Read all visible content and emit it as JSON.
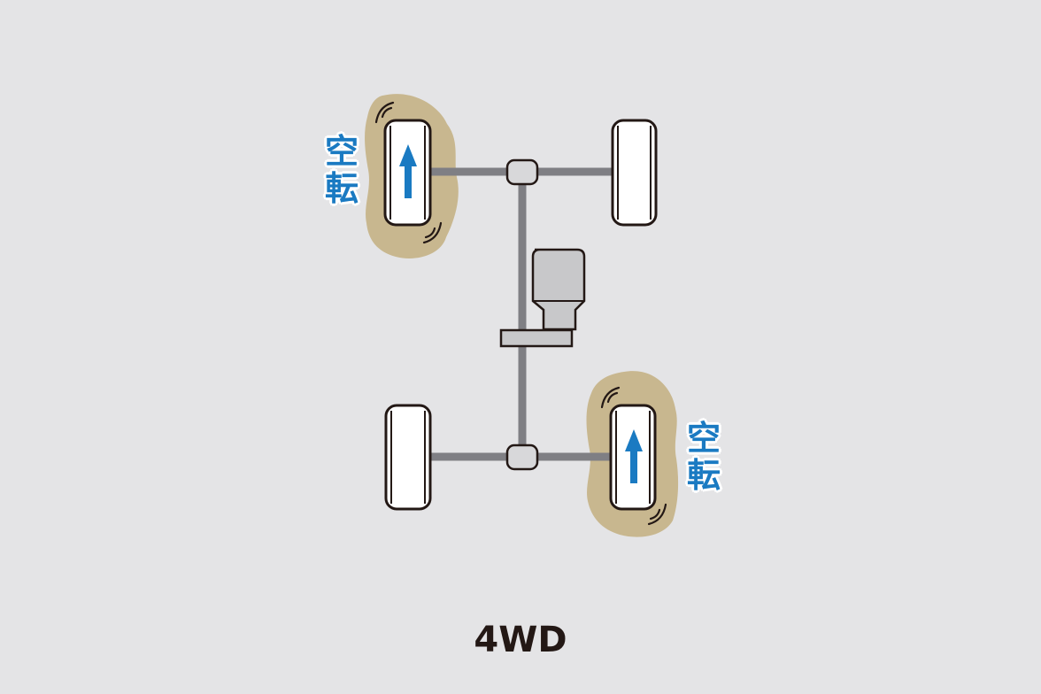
{
  "title": "4WD",
  "spin_label": {
    "char1": "空",
    "char2": "転"
  },
  "colors": {
    "background": "#e4e4e6",
    "axle": "#7f7f84",
    "tire_outline": "#231815",
    "tire_fill": "#ffffff",
    "mud": "#c8b78f",
    "arrow": "#1a7ac2",
    "label": "#1a7ac2",
    "engine": "#c8c8ca"
  },
  "wheels": [
    {
      "position": "front-left",
      "spinning": true
    },
    {
      "position": "front-right",
      "spinning": false
    },
    {
      "position": "rear-left",
      "spinning": false
    },
    {
      "position": "rear-right",
      "spinning": true
    }
  ]
}
